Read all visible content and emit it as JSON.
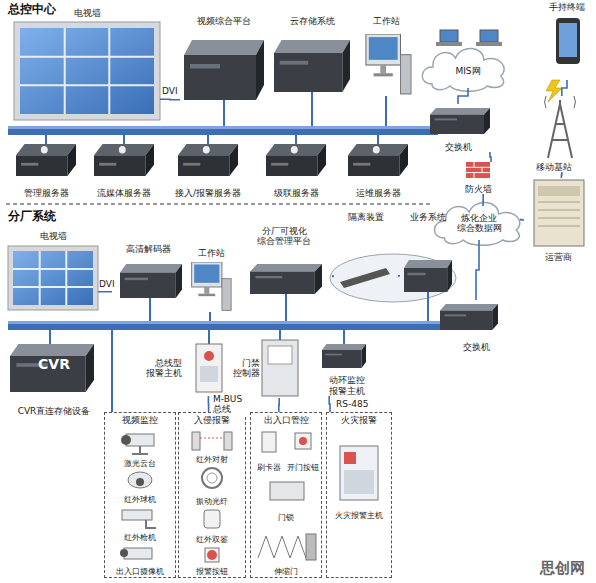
{
  "diagram": {
    "nodes": [
      {
        "text": [
          "电视墙"
        ]
      },
      {
        "text": [
          "视频综合平台"
        ]
      },
      {
        "text": [
          "云存储系统"
        ]
      },
      {
        "text": [
          "工作站"
        ]
      },
      {
        "text": [
          "MIS网"
        ]
      },
      {
        "text": [
          "手持终端"
        ]
      },
      {
        "text": [
          "交换机"
        ]
      },
      {
        "text": [
          "管理服务器"
        ]
      },
      {
        "text": [
          "流媒体服务器"
        ]
      },
      {
        "text": [
          "接入/报警服务器"
        ]
      },
      {
        "text": [
          "级联服务器"
        ]
      },
      {
        "text": [
          "运维服务器"
        ]
      },
      {
        "text": [
          "移动基站"
        ]
      },
      {
        "text": [
          "防火墙"
        ]
      },
      {
        "text": [
          "炼化企业 综合数据网"
        ]
      },
      {
        "text": [
          "运营商"
        ]
      },
      {
        "text": [
          "电视墙"
        ]
      },
      {
        "text": [
          "高清解码器"
        ]
      },
      {
        "text": [
          "工作站"
        ]
      },
      {
        "text": [
          "分厂可视化 综合管理平台"
        ]
      },
      {
        "text": [
          "隔离装置"
        ]
      },
      {
        "text": [
          "业务系统"
        ]
      },
      {
        "text": [
          "交换机"
        ]
      },
      {
        "text": [
          "CVR",
          "CVR直连存储设备"
        ]
      },
      {
        "text": [
          "总线型 报警主机"
        ]
      },
      {
        "text": [
          "门禁 控制器"
        ]
      },
      {
        "text": [
          "动环监控 报警主机"
        ]
      },
      {
        "text": [
          "视频监控"
        ]
      },
      {
        "text": [
          "激光云台"
        ],
        "in": 27
      },
      {
        "text": [
          "红外球机"
        ],
        "in": 27
      },
      {
        "text": [
          "红外枪机"
        ],
        "in": 27
      },
      {
        "text": [
          "出入口摄像机"
        ],
        "in": 27
      },
      {
        "text": [
          "入侵报警"
        ]
      },
      {
        "text": [
          "红外对射"
        ],
        "in": 32
      },
      {
        "text": [
          "振动光纤"
        ],
        "in": 32
      },
      {
        "text": [
          "红外双鉴"
        ],
        "in": 32
      },
      {
        "text": [
          "报警按钮"
        ],
        "in": 32
      },
      {
        "text": [
          "出入口管控"
        ]
      },
      {
        "text": [
          "刷卡器"
        ],
        "in": 37
      },
      {
        "text": [
          "开门按钮"
        ],
        "in": 37
      },
      {
        "text": [
          "门锁"
        ],
        "in": 37
      },
      {
        "text": [
          "伸缩门"
        ],
        "in": 37
      },
      {
        "text": [
          "火灾报警"
        ]
      },
      {
        "text": [
          "火灾报警主机"
        ],
        "in": 42
      }
    ],
    "edges": [
      {
        "from": 0,
        "to": 1,
        "arrow": "none",
        "label": "DVI"
      },
      {
        "from": 4,
        "to": 6,
        "arrow": "none"
      },
      {
        "from": 6,
        "to": 13,
        "arrow": "none"
      },
      {
        "from": 13,
        "to": 14,
        "arrow": "none"
      },
      {
        "from": 14,
        "to": 22,
        "arrow": "none"
      },
      {
        "from": 5,
        "to": 12,
        "arrow": "none"
      },
      {
        "from": 12,
        "to": 15,
        "arrow": "none"
      },
      {
        "from": 15,
        "to": 14,
        "arrow": "none"
      },
      {
        "from": 16,
        "to": 17,
        "arrow": "none",
        "label": "DVI"
      },
      {
        "from": 19,
        "to": 20,
        "arrow": "none"
      },
      {
        "from": 20,
        "to": 21,
        "arrow": "none"
      },
      {
        "from": 24,
        "to": 32,
        "arrow": "none",
        "label": "M-BUS 总线"
      },
      {
        "from": 25,
        "to": 37,
        "arrow": "none"
      },
      {
        "from": 26,
        "to": 42,
        "arrow": "none",
        "label": "RS-485"
      }
    ],
    "labels": [
      "总控中心",
      "分厂系统",
      "思创网"
    ]
  }
}
